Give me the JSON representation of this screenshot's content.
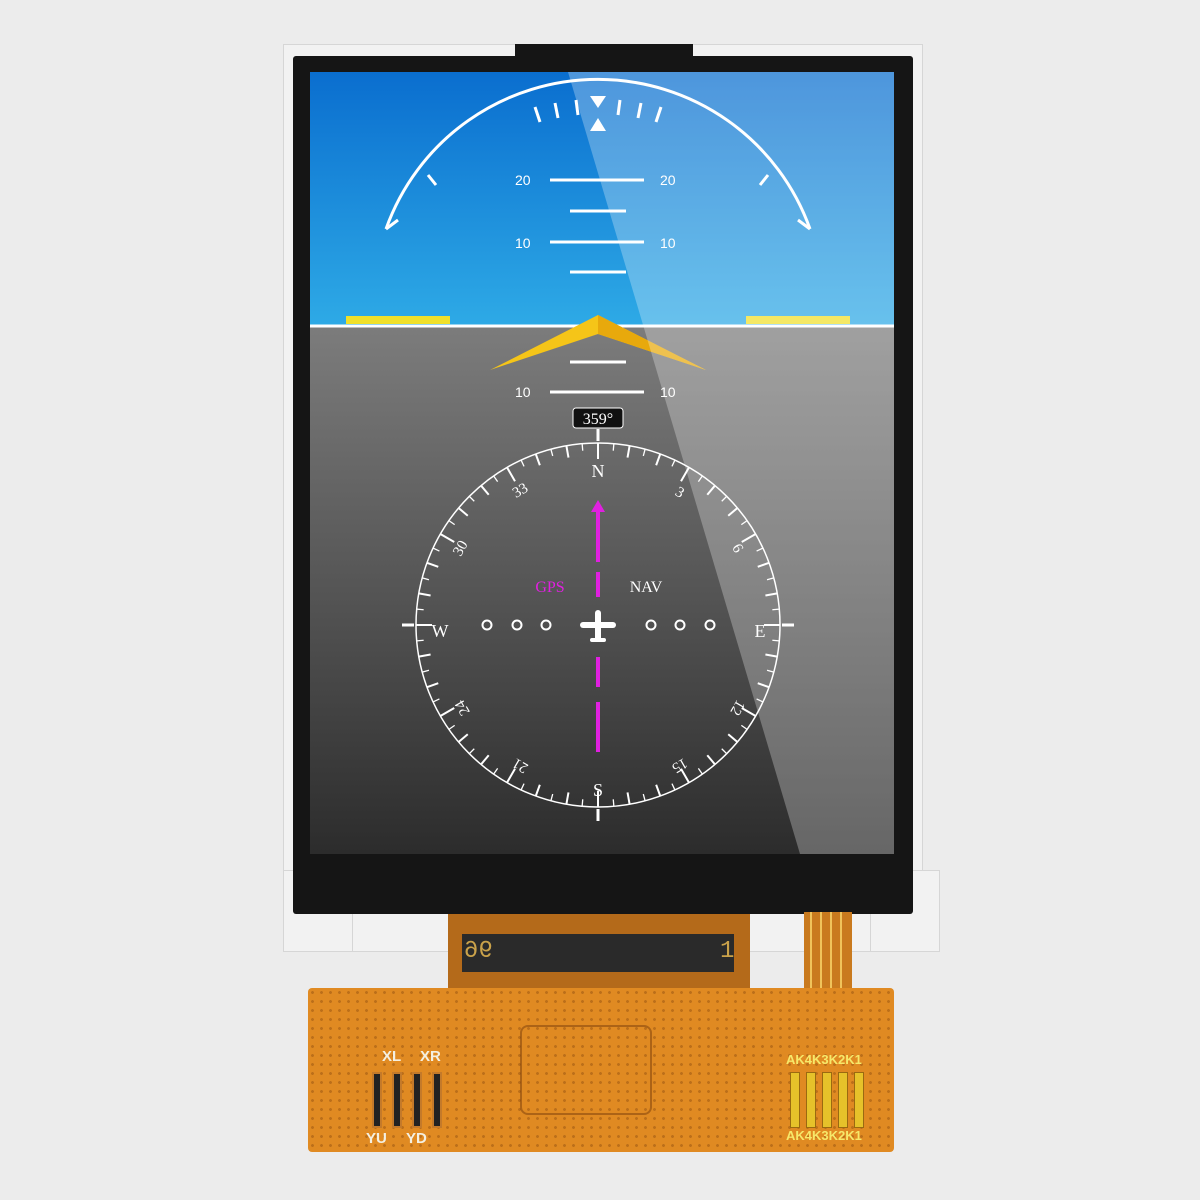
{
  "attitude": {
    "pitch_up_labels": [
      "20",
      "10"
    ],
    "pitch_down_labels": [
      "10"
    ]
  },
  "heading": {
    "readout": "359°",
    "cardinal": [
      "N",
      "E",
      "S",
      "W"
    ],
    "ticks": [
      "3",
      "6",
      "12",
      "15",
      "21",
      "24",
      "30",
      "33"
    ],
    "nav_source_label": "GPS",
    "nav_label": "NAV"
  },
  "fpc": {
    "pin_left": "96",
    "pin_right": "1",
    "touch_labels_top": [
      "XL",
      "XR"
    ],
    "touch_labels_bottom": [
      "YU",
      "YD"
    ],
    "backlight_top": "AK4K3K2K1",
    "backlight_bottom": "AK4K3K2K1"
  },
  "colors": {
    "sky": "#2a9ee0",
    "ground": "#5e5e5e",
    "gps": "#e020e0",
    "pointer": "#f5c518",
    "fpc": "#e08a22"
  }
}
